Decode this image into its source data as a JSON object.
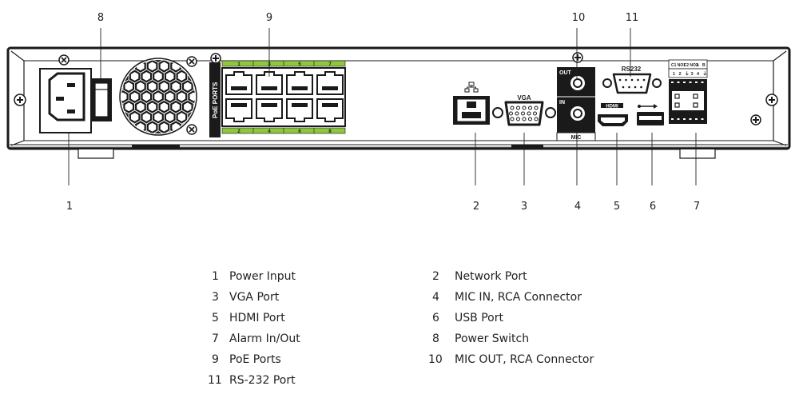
{
  "title": "NVR Rear Panel",
  "panel_labels": {
    "poe_ports": "PoE PORTS",
    "vga": "VGA",
    "rs232": "RS232",
    "mic_out": "OUT",
    "mic_in": "IN",
    "mic": "MIC",
    "hdmi": "HDMI",
    "alarm_header_top": [
      "C1",
      "NO1",
      "C2",
      "NO2",
      "A",
      "B"
    ],
    "alarm_header_bottom": [
      "1",
      "2",
      "⏚",
      "3",
      "4",
      "⏚"
    ],
    "poe_top_numbers": [
      "1",
      "3",
      "5",
      "7"
    ],
    "poe_bottom_numbers": [
      "2",
      "4",
      "6",
      "8"
    ]
  },
  "colors": {
    "poe_green": "#8dc63f",
    "panel_stroke": "#1a1a1a"
  },
  "callouts": {
    "c1": "1",
    "c2": "2",
    "c3": "3",
    "c4": "4",
    "c5": "5",
    "c6": "6",
    "c7": "7",
    "c8": "8",
    "c9": "9",
    "c10": "10",
    "c11": "11"
  },
  "legend": [
    {
      "num": "1",
      "label": "Power Input"
    },
    {
      "num": "2",
      "label": "Network Port"
    },
    {
      "num": "3",
      "label": "VGA Port"
    },
    {
      "num": "4",
      "label": "MIC IN, RCA Connector"
    },
    {
      "num": "5",
      "label": "HDMI Port"
    },
    {
      "num": "6",
      "label": "USB Port"
    },
    {
      "num": "7",
      "label": "Alarm In/Out"
    },
    {
      "num": "8",
      "label": "Power Switch"
    },
    {
      "num": "9",
      "label": "PoE Ports"
    },
    {
      "num": "10",
      "label": "MIC OUT, RCA Connector"
    },
    {
      "num": "11",
      "label": "RS-232 Port"
    }
  ]
}
